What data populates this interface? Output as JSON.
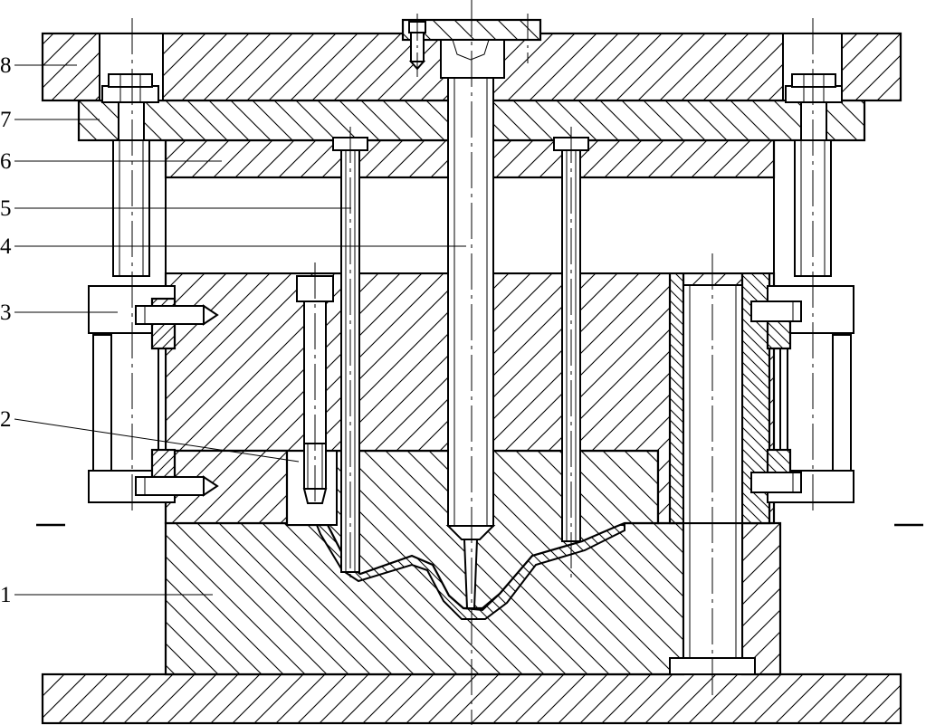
{
  "figure": {
    "labels": [
      {
        "id": "label-8",
        "text": "8"
      },
      {
        "id": "label-7",
        "text": "7"
      },
      {
        "id": "label-6",
        "text": "6"
      },
      {
        "id": "label-5",
        "text": "5"
      },
      {
        "id": "label-4",
        "text": "4"
      },
      {
        "id": "label-3",
        "text": "3"
      },
      {
        "id": "label-2",
        "text": "2"
      },
      {
        "id": "label-1",
        "text": "1"
      }
    ]
  }
}
